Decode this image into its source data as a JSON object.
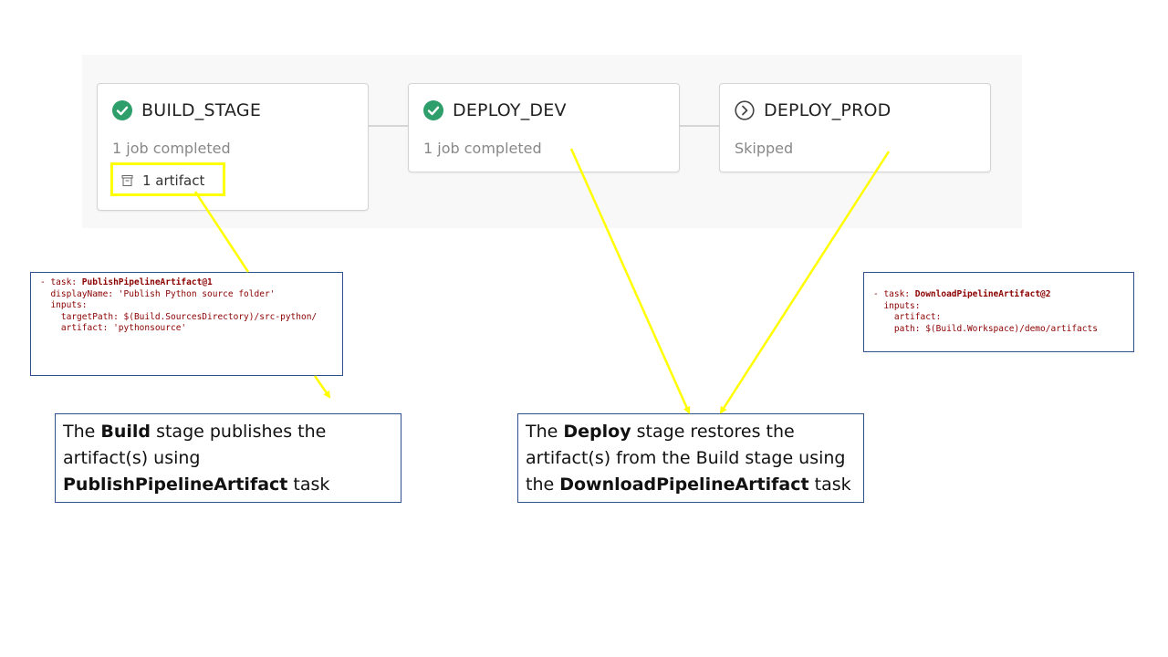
{
  "pipeline": {
    "stages": [
      {
        "title": "BUILD_STAGE",
        "status": "succeeded",
        "subtitle": "1 job completed",
        "artifact_label": "1 artifact"
      },
      {
        "title": "DEPLOY_DEV",
        "status": "succeeded",
        "subtitle": "1 job completed"
      },
      {
        "title": "DEPLOY_PROD",
        "status": "skipped",
        "subtitle": "Skipped"
      }
    ]
  },
  "publish_snippet": {
    "line1_prefix": "- task: ",
    "line1_task": "PublishPipelineArtifact@1",
    "line2": "  displayName: 'Publish Python source folder'",
    "line3": "  inputs:",
    "line4": "    targetPath: $(Build.SourcesDirectory)/src-python/",
    "line5": "    artifact: 'pythonsource'"
  },
  "download_snippet": {
    "line1_prefix": "- task: ",
    "line1_task": "DownloadPipelineArtifact@2",
    "line2": "  inputs:",
    "line3": "    artifact:",
    "line4": "    path: $(Build.Workspace)/demo/artifacts"
  },
  "build_note": {
    "part1": "The ",
    "bold1": "Build",
    "part2": " stage publishes the artifact(s) using ",
    "bold2": "PublishPipelineArtifact",
    "part3": " task"
  },
  "deploy_note": {
    "part1": "The ",
    "bold1": "Deploy",
    "part2": " stage restores the artifact(s) from the Build stage using the ",
    "bold2": "DownloadPipelineArtifact",
    "part3": " task"
  },
  "colors": {
    "success": "#2e9e6b",
    "skipped": "#444444",
    "highlight": "#ffff00",
    "code_text": "#8b0000",
    "box_border": "#2f4f8f"
  }
}
